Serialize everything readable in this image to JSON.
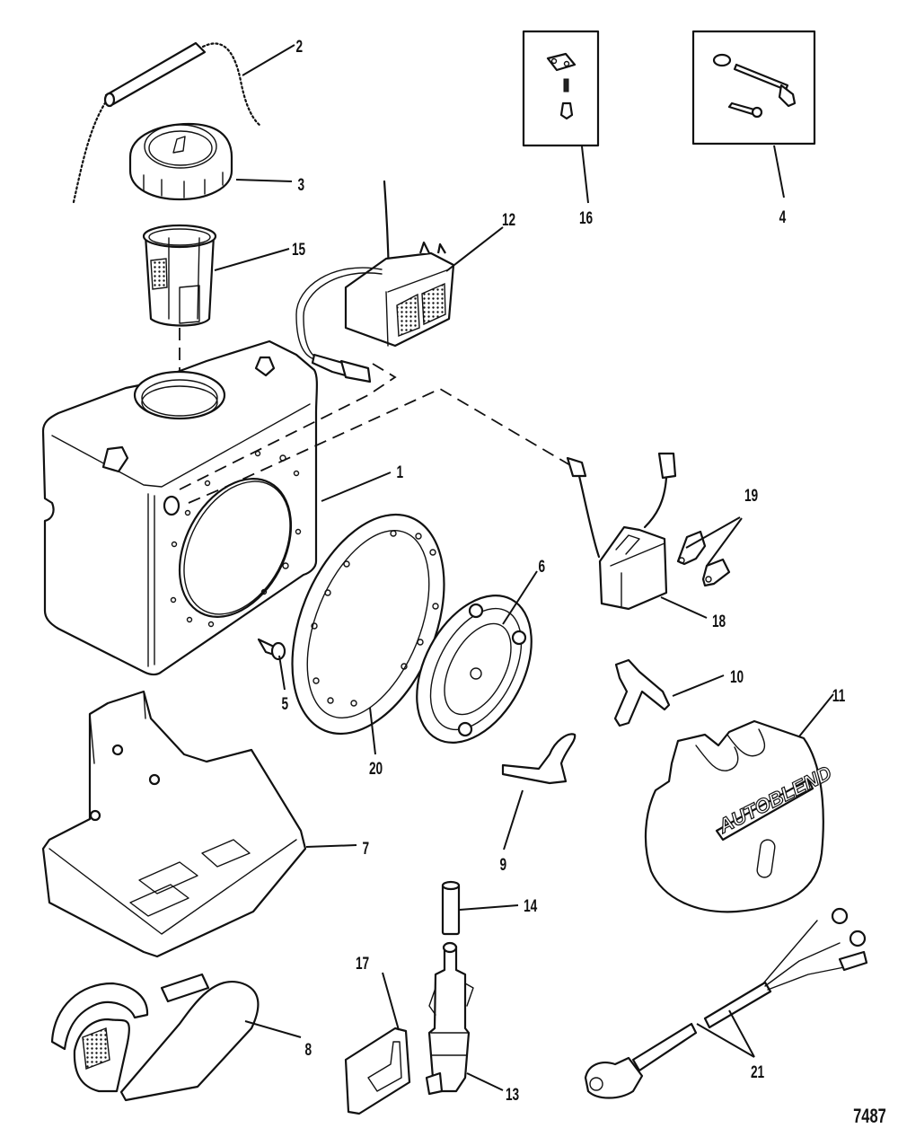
{
  "diagram": {
    "type": "exploded-parts-view",
    "drawing_number": "7487",
    "brand_logo_text": "AUTOBLEND",
    "ink_color": "#111111",
    "background_color": "#ffffff",
    "callouts": [
      {
        "id": "c1",
        "label": "1",
        "part": "oil-tank"
      },
      {
        "id": "c2",
        "label": "2",
        "part": "tether-chain"
      },
      {
        "id": "c3",
        "label": "3",
        "part": "filler-cap"
      },
      {
        "id": "c4",
        "label": "4",
        "part": "hardware-kit-bolt-washer-screw"
      },
      {
        "id": "c5",
        "label": "5",
        "part": "screw"
      },
      {
        "id": "c6",
        "label": "6",
        "part": "diaphragm-plate"
      },
      {
        "id": "c7",
        "label": "7",
        "part": "mounting-tray"
      },
      {
        "id": "c8",
        "label": "8",
        "part": "strap"
      },
      {
        "id": "c9",
        "label": "9",
        "part": "clip"
      },
      {
        "id": "c10",
        "label": "10",
        "part": "bracket"
      },
      {
        "id": "c11",
        "label": "11",
        "part": "cover-autoblend"
      },
      {
        "id": "c12",
        "label": "12",
        "part": "sensor-housing"
      },
      {
        "id": "c13",
        "label": "13",
        "part": "valve-fitting"
      },
      {
        "id": "c14",
        "label": "14",
        "part": "hose-sleeve"
      },
      {
        "id": "c15",
        "label": "15",
        "part": "filter-screen"
      },
      {
        "id": "c16",
        "label": "16",
        "part": "hardware-kit-plate-spring-nut"
      },
      {
        "id": "c17",
        "label": "17",
        "part": "retainer-plate"
      },
      {
        "id": "c18",
        "label": "18",
        "part": "warning-module"
      },
      {
        "id": "c19",
        "label": "19",
        "part": "terminal-brackets"
      },
      {
        "id": "c20",
        "label": "20",
        "part": "gasket"
      },
      {
        "id": "c21",
        "label": "21",
        "part": "wiring-harness"
      }
    ]
  }
}
